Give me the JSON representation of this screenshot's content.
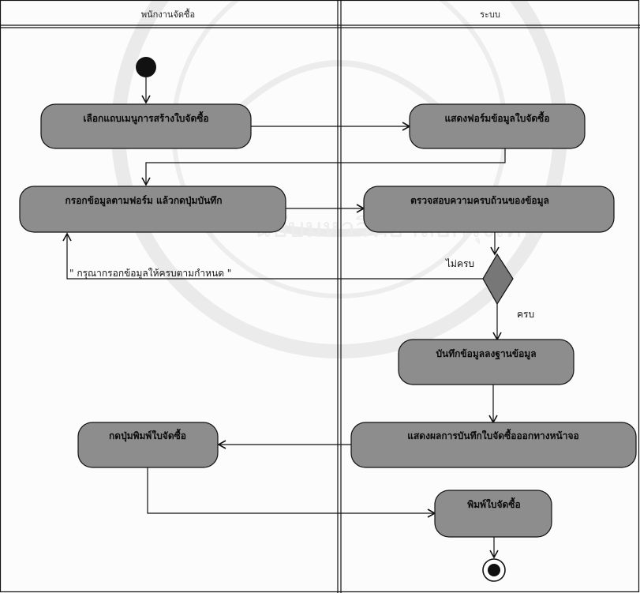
{
  "lanes": {
    "left_title": "พนักงานจัดซื้อ",
    "right_title": "ระบบ"
  },
  "actions": {
    "select_menu": "เลือกแถบเมนูการสร้างใบจัดซื้อ",
    "fill_form": "กรอกข้อมูลตามฟอร์ม แล้วกดปุ่มบันทึก",
    "show_form": "แสดงฟอร์มข้อมูลใบจัดซื้อ",
    "check_data": "ตรวจสอบความครบถ้วนของข้อมูล",
    "save_db": "บันทึกข้อมูลลงฐานข้อมูล",
    "show_result": "แสดงผลการบันทึกใบจัดซื้อออกทางหน้าจอ",
    "print_button": "กดปุ่มพิมพ์ใบจัดซื้อ",
    "print_order": "พิมพ์ใบจัดซื้อ"
  },
  "guards": {
    "incomplete": "ไม่ครบ",
    "complete": "ครบ",
    "message": "\" กรุณากรอกข้อมูลให้ครบตามกำหนด \""
  },
  "watermark_text": "ฉบับมหาวิทยาลัยกรุงเทพ"
}
